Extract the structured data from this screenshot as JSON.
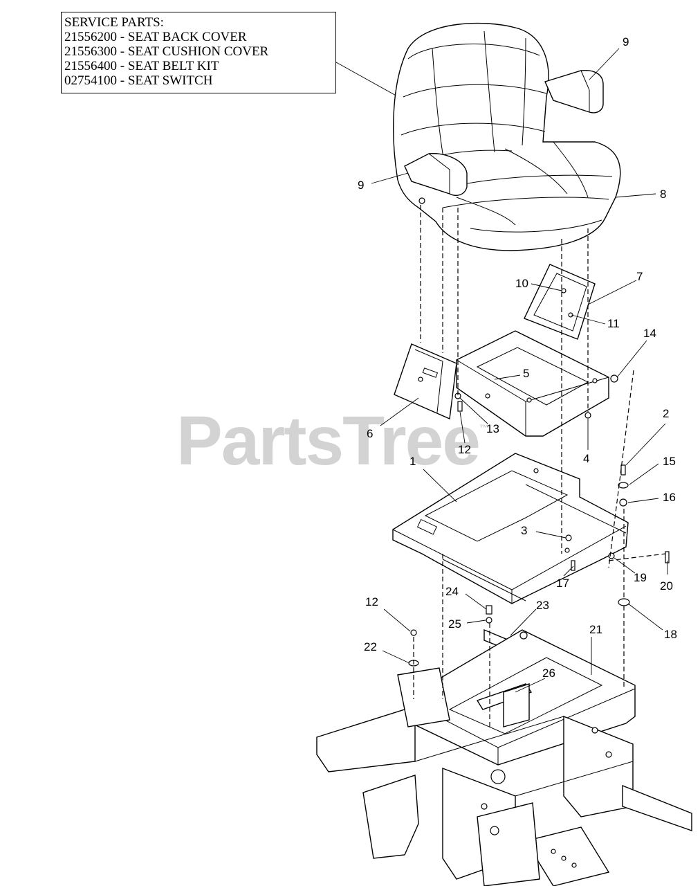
{
  "service_parts": {
    "heading": "SERVICE PARTS:",
    "items": [
      "21556200 - SEAT BACK COVER",
      "21556300 - SEAT CUSHION COVER",
      "21556400 - SEAT BELT KIT",
      "02754100 - SEAT SWITCH"
    ]
  },
  "watermark": {
    "text": "PartsTree",
    "mark": "™"
  },
  "callouts": {
    "c1": "1",
    "c2": "2",
    "c3": "3",
    "c4": "4",
    "c5": "5",
    "c6": "6",
    "c7": "7",
    "c8": "8",
    "c9a": "9",
    "c9b": "9",
    "c10": "10",
    "c11": "11",
    "c12a": "12",
    "c12b": "12",
    "c13": "13",
    "c14": "14",
    "c15": "15",
    "c16": "16",
    "c17": "17",
    "c18": "18",
    "c19": "19",
    "c20": "20",
    "c21": "21",
    "c22": "22",
    "c23": "23",
    "c24": "24",
    "c25": "25",
    "c26": "26"
  }
}
